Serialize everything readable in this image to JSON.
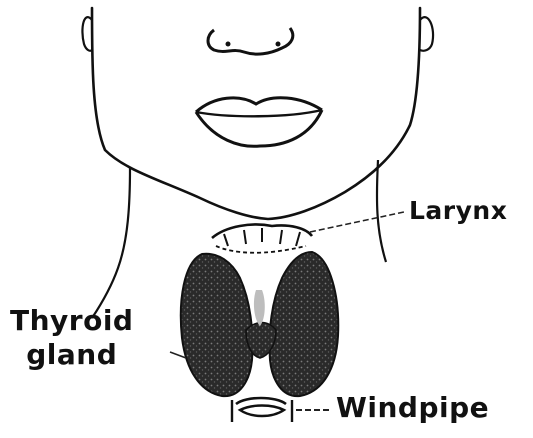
{
  "labels": {
    "larynx": "Larynx",
    "thyroid_line1": "Thyroid",
    "thyroid_line2": "gland",
    "windpipe": "Windpipe"
  },
  "colors": {
    "ink": "#111111",
    "gland": "#2a2a2a",
    "background": "#ffffff"
  }
}
